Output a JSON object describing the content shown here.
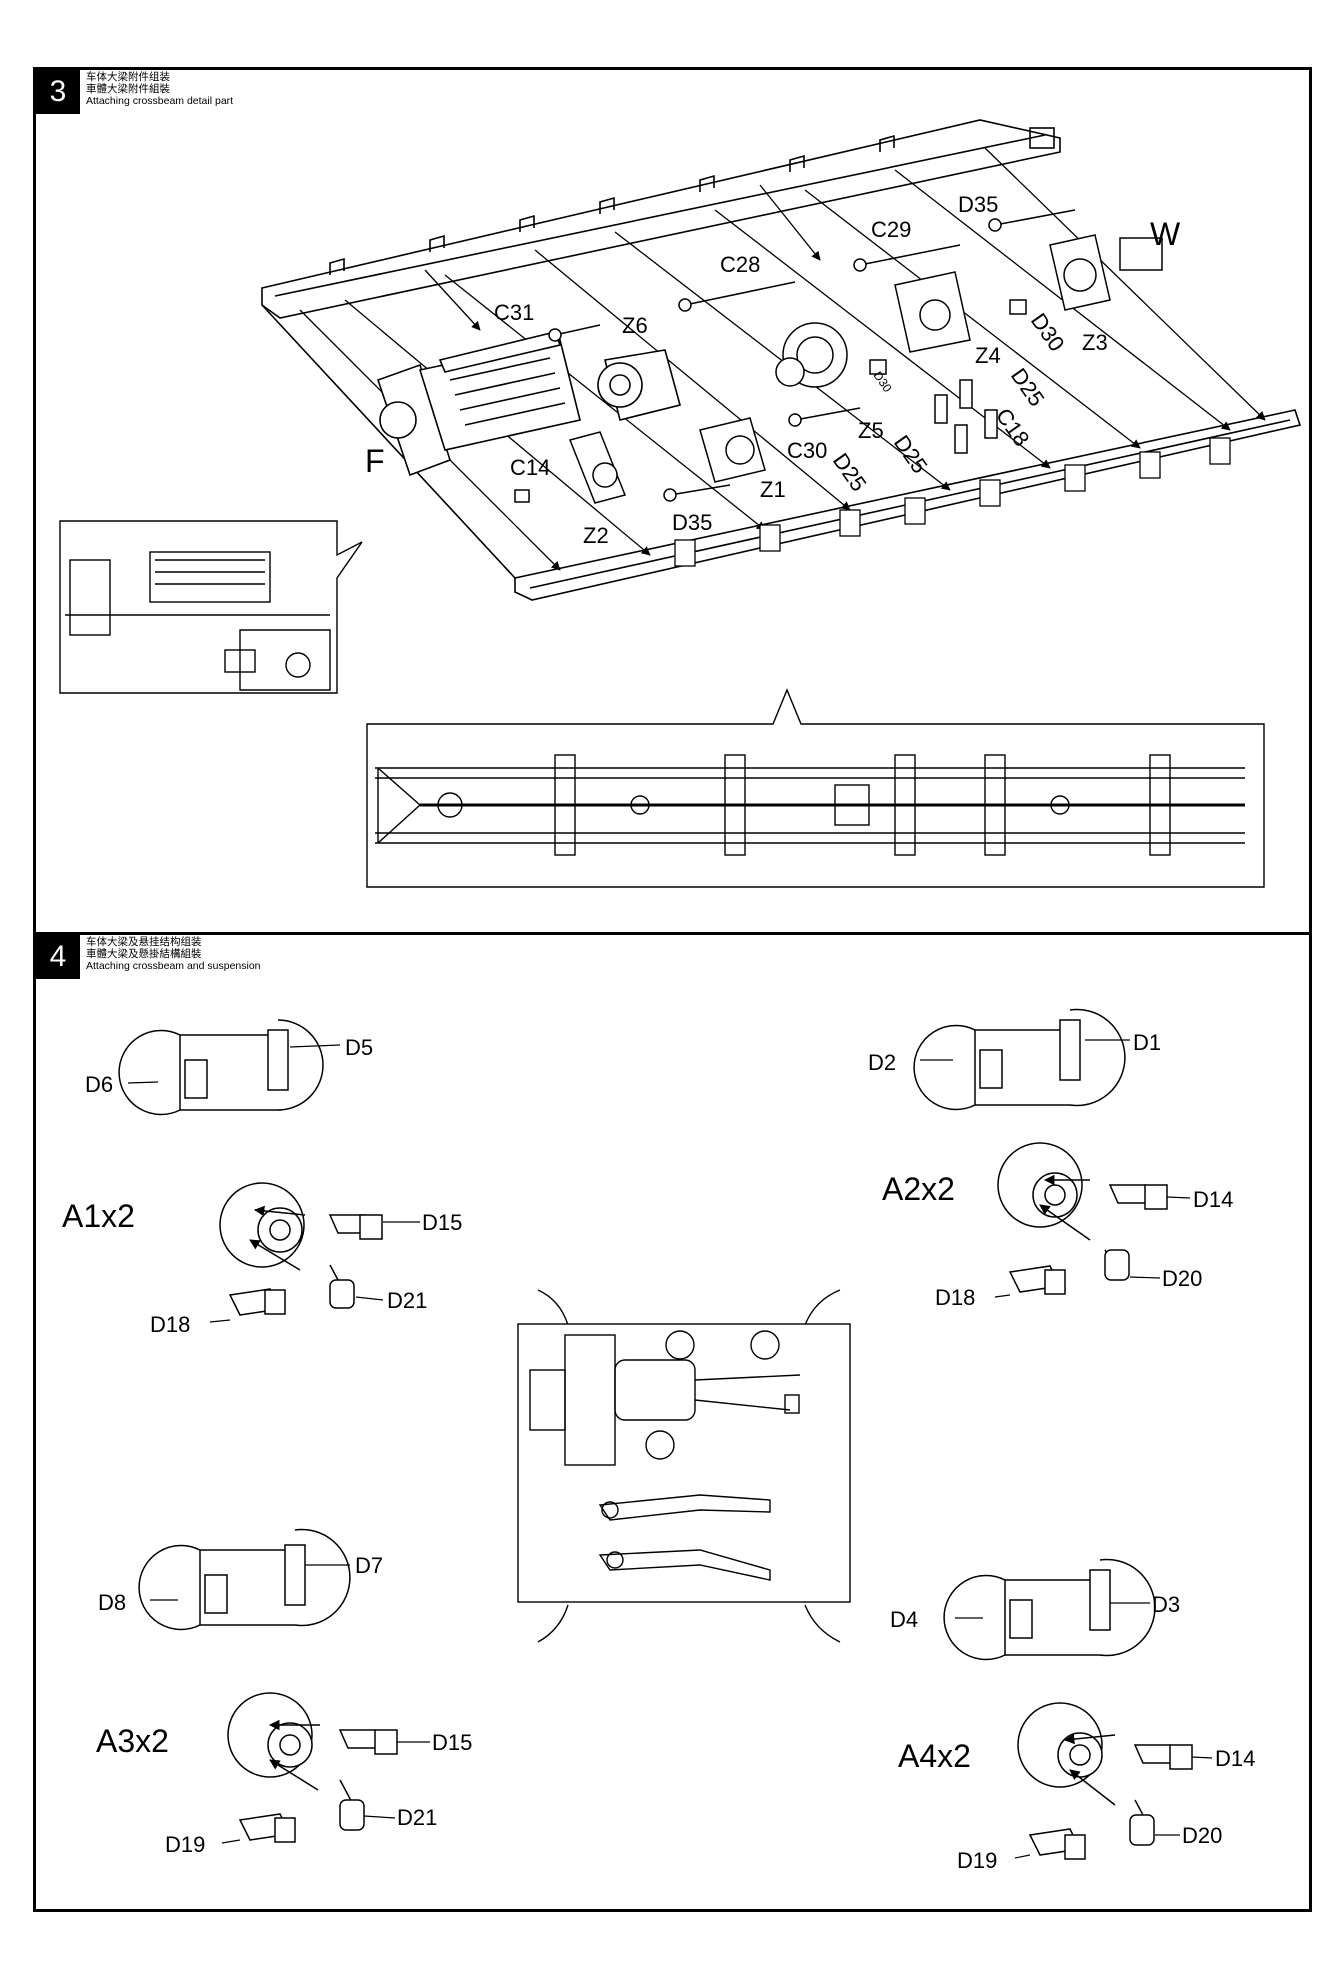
{
  "steps": [
    {
      "number": "3",
      "title_zh_simplified": "车体大梁附件组装",
      "title_zh_traditional": "車體大梁附件組裝",
      "title_en": "Attaching crossbeam detail part"
    },
    {
      "number": "4",
      "title_zh_simplified": "车体大梁及悬挂结构组装",
      "title_zh_traditional": "車體大梁及懸掛結構組裝",
      "title_en": "Attaching crossbeam and suspension"
    }
  ],
  "step3_labels": {
    "W": "W",
    "D35a": "D35",
    "C29": "C29",
    "C28": "C28",
    "C31": "C31",
    "Z6": "Z6",
    "Z4": "Z4",
    "D30a": "D30",
    "Z3": "Z3",
    "D25a": "D25",
    "D30b": "D30",
    "C18": "C18",
    "Z5": "Z5",
    "C30": "C30",
    "D25b": "D25",
    "D25c": "D25",
    "F": "F",
    "C14": "C14",
    "Z1": "Z1",
    "Z2": "Z2",
    "D35b": "D35"
  },
  "step4_labels": {
    "D5": "D5",
    "D6": "D6",
    "D1": "D1",
    "D2": "D2",
    "A1x2": "A1x2",
    "D15a": "D15",
    "D21a": "D21",
    "D18a": "D18",
    "A2x2": "A2x2",
    "D14a": "D14",
    "D20a": "D20",
    "D18b": "D18",
    "D7": "D7",
    "D8": "D8",
    "D3": "D3",
    "D4": "D4",
    "A3x2": "A3x2",
    "D15b": "D15",
    "D21b": "D21",
    "D19a": "D19",
    "A4x2": "A4x2",
    "D14b": "D14",
    "D20b": "D20",
    "D19b": "D19"
  }
}
